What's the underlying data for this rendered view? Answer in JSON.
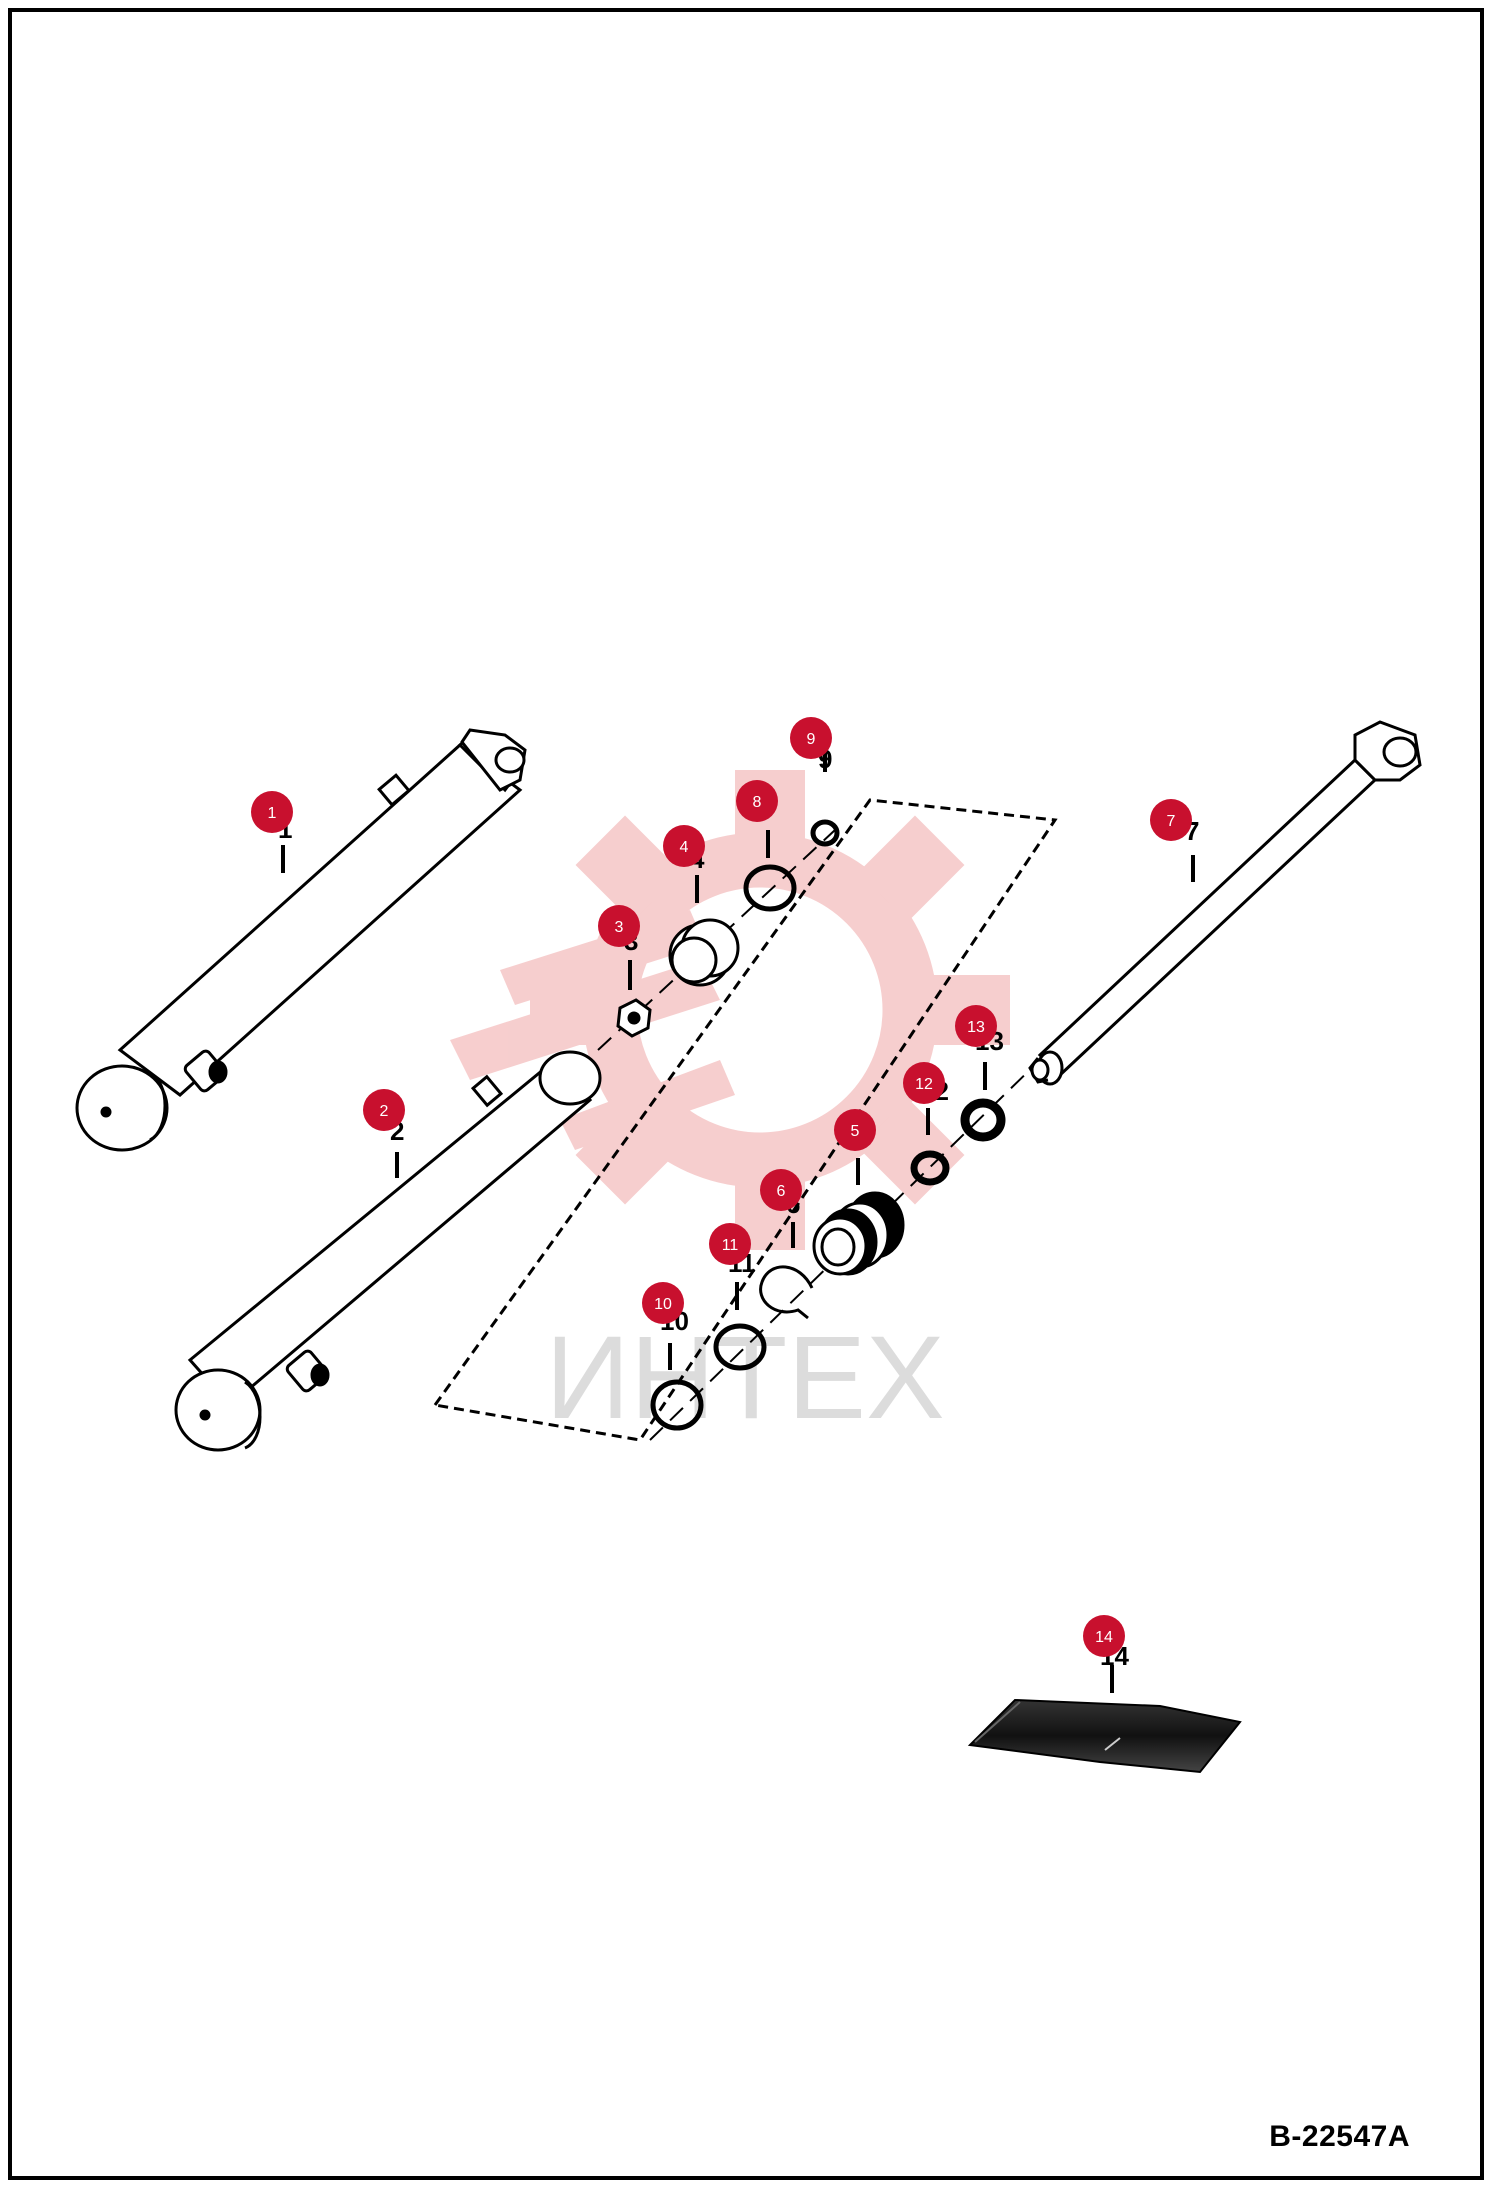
{
  "document": {
    "number": "B-22547A"
  },
  "watermark": {
    "text": "ИНТЕХ",
    "color": "#d9d9d9",
    "logo_color": "#f6c9c9"
  },
  "colors": {
    "callout_fill": "#c8102e",
    "callout_text": "#ffffff",
    "line": "#000000"
  },
  "parts": [
    {
      "id": "1"
    },
    {
      "id": "2"
    },
    {
      "id": "3"
    },
    {
      "id": "4"
    },
    {
      "id": "5"
    },
    {
      "id": "6"
    },
    {
      "id": "7"
    },
    {
      "id": "8"
    },
    {
      "id": "9"
    },
    {
      "id": "10"
    },
    {
      "id": "11"
    },
    {
      "id": "12"
    },
    {
      "id": "13"
    },
    {
      "id": "14"
    }
  ]
}
